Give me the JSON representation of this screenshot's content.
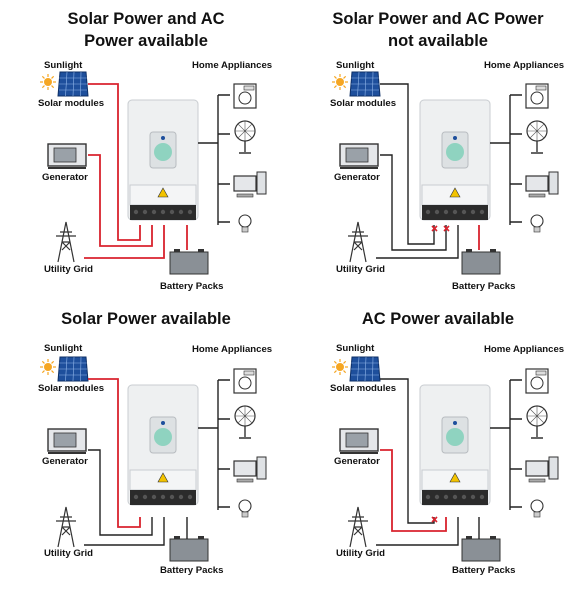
{
  "panels": [
    {
      "title_line1": "Solar Power and AC",
      "title_line2": "Power available"
    },
    {
      "title_line1": "Solar Power and AC Power",
      "title_line2": "not available"
    },
    {
      "title_line1": "Solar Power available",
      "title_line2": ""
    },
    {
      "title_line1": "AC Power available",
      "title_line2": ""
    }
  ],
  "labels": {
    "sunlight": "Sunlight",
    "solar_modules": "Solar modules",
    "generator": "Generator",
    "utility_grid": "Utility Grid",
    "battery_packs": "Battery Packs",
    "home_appliances": "Home Appliances"
  },
  "colors": {
    "active_line": "#d9232e",
    "inactive_line": "#222222",
    "inverter_body": "#eef0f1",
    "screen": "#8fd3c0"
  }
}
